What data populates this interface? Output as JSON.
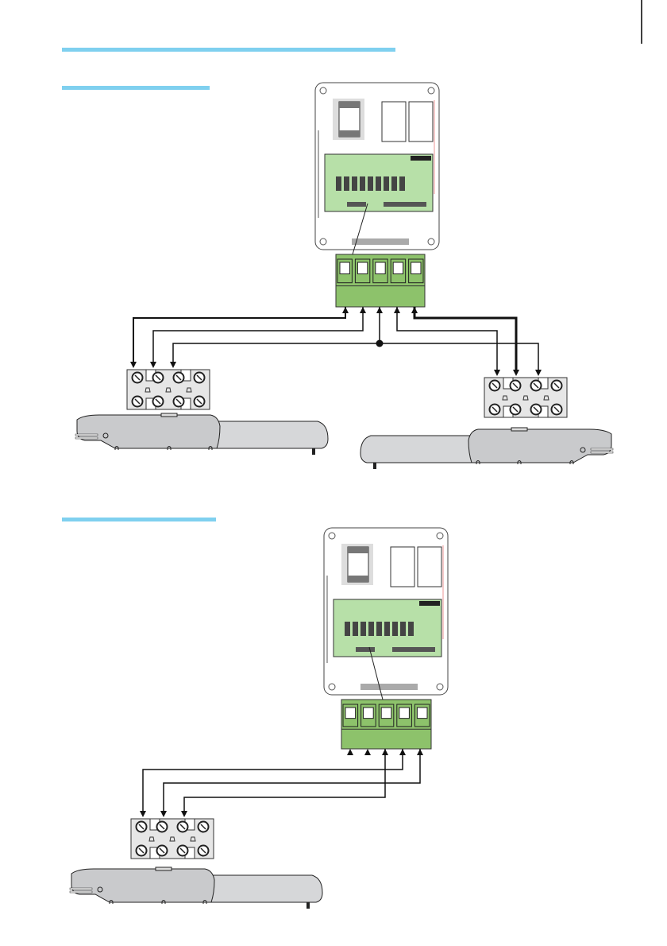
{
  "colors": {
    "accent_bar": "#7fd0ef",
    "terminal_green": "#8dc26b",
    "board_green": "#b7e0a8",
    "actuator_grey": "#c9cacc",
    "wire": "#111111",
    "red_wire": "#e05050"
  },
  "diagrams": [
    {
      "id": "two-motor-wiring",
      "motors": 2,
      "terminal_block_poles": 5
    },
    {
      "id": "single-motor-wiring",
      "motors": 1,
      "terminal_block_poles": 5
    }
  ]
}
